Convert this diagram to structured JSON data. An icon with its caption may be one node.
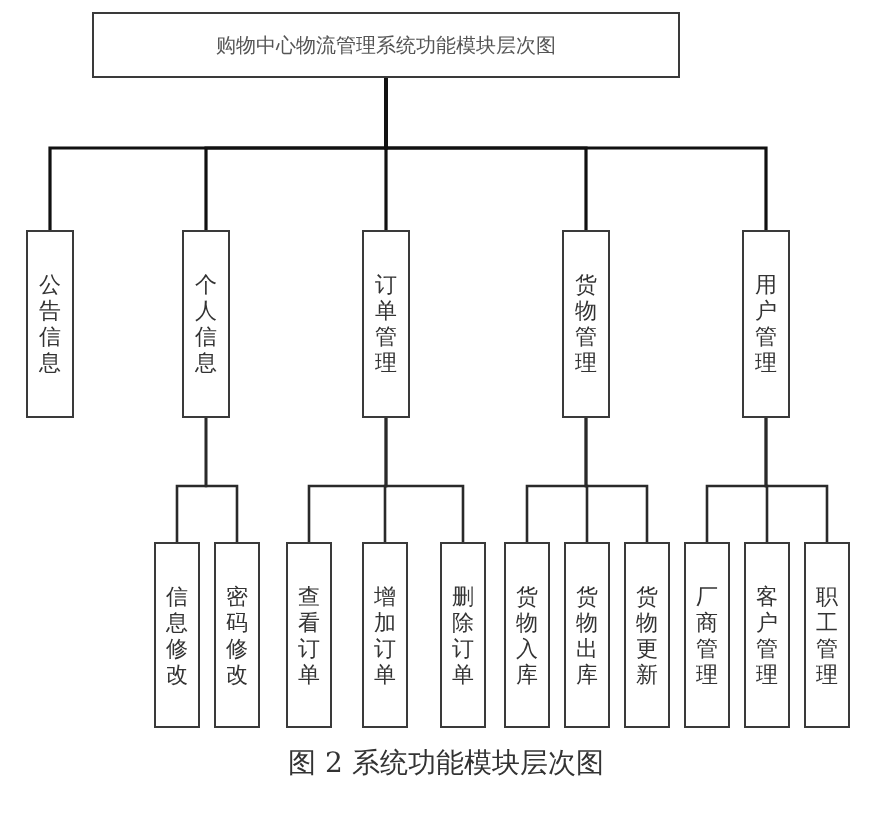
{
  "diagram": {
    "caption": "图 2 系统功能模块层次图",
    "nodes": [
      {
        "text": [
          "购物中心物流管理系统功能模块层次图"
        ]
      },
      {
        "text": [
          "公告信息"
        ]
      },
      {
        "text": [
          "个人信息"
        ]
      },
      {
        "text": [
          "订单管理"
        ]
      },
      {
        "text": [
          "货物管理"
        ]
      },
      {
        "text": [
          "用户管理"
        ]
      },
      {
        "text": [
          "信息修改"
        ]
      },
      {
        "text": [
          "密码修改"
        ]
      },
      {
        "text": [
          "查看订单"
        ]
      },
      {
        "text": [
          "增加订单"
        ]
      },
      {
        "text": [
          "删除订单"
        ]
      },
      {
        "text": [
          "货物入库"
        ]
      },
      {
        "text": [
          "货物出库"
        ]
      },
      {
        "text": [
          "货物更新"
        ]
      },
      {
        "text": [
          "厂商管理"
        ]
      },
      {
        "text": [
          "客户管理"
        ]
      },
      {
        "text": [
          "职工管理"
        ]
      }
    ],
    "edges": [
      {
        "from": 0,
        "to": 1,
        "arrow": "none"
      },
      {
        "from": 0,
        "to": 2,
        "arrow": "none"
      },
      {
        "from": 0,
        "to": 3,
        "arrow": "none"
      },
      {
        "from": 0,
        "to": 4,
        "arrow": "none"
      },
      {
        "from": 0,
        "to": 5,
        "arrow": "none"
      },
      {
        "from": 2,
        "to": 6,
        "arrow": "none"
      },
      {
        "from": 2,
        "to": 7,
        "arrow": "none"
      },
      {
        "from": 3,
        "to": 8,
        "arrow": "none"
      },
      {
        "from": 3,
        "to": 9,
        "arrow": "none"
      },
      {
        "from": 3,
        "to": 10,
        "arrow": "none"
      },
      {
        "from": 4,
        "to": 11,
        "arrow": "none"
      },
      {
        "from": 4,
        "to": 12,
        "arrow": "none"
      },
      {
        "from": 4,
        "to": 13,
        "arrow": "none"
      },
      {
        "from": 5,
        "to": 14,
        "arrow": "none"
      },
      {
        "from": 5,
        "to": 15,
        "arrow": "none"
      },
      {
        "from": 5,
        "to": 16,
        "arrow": "none"
      }
    ]
  }
}
